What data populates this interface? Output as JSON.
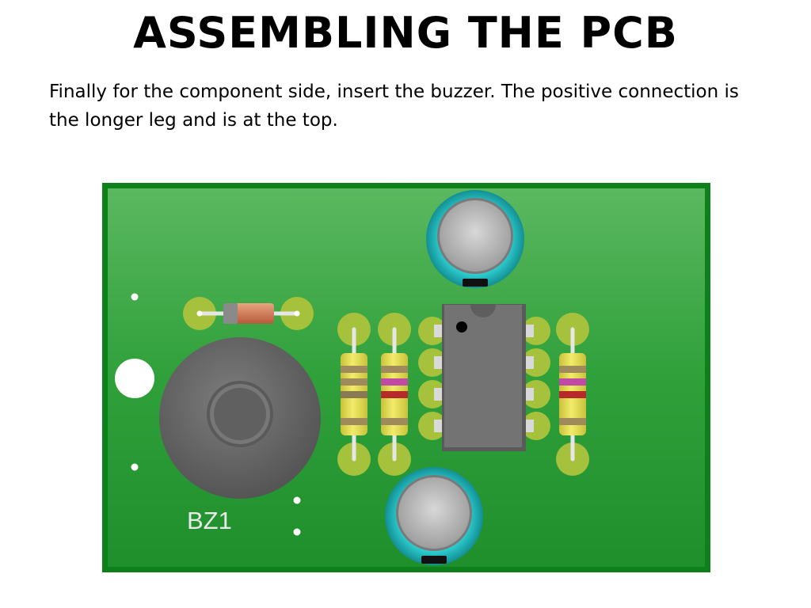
{
  "slide": {
    "title": "ASSEMBLING THE PCB",
    "text": "Finally for the component side, insert the buzzer. The positive connection is the longer leg and is at the top."
  },
  "board": {
    "buzzer_label": "BZ1",
    "colors": {
      "board": "#1f9a2e",
      "board_edge": "#0f7a1c",
      "pad": "#a6c23c",
      "resistor_body": "#e9e24a",
      "cap_ring": "#2fd1d4",
      "ic_body": "#6e6e6e",
      "buzzer": "#6c6c6c"
    }
  }
}
